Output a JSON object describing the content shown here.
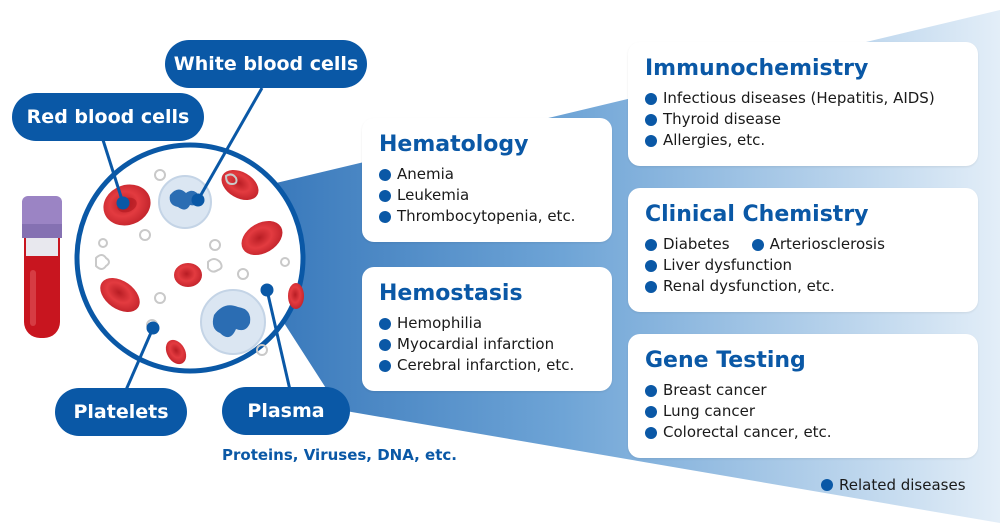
{
  "labels": {
    "white_blood_cells": "White blood cells",
    "red_blood_cells": "Red blood cells",
    "platelets": "Platelets",
    "plasma": "Plasma",
    "plasma_contents": "Proteins, Viruses, DNA, etc."
  },
  "cards": {
    "hematology": {
      "title": "Hematology",
      "items": [
        "Anemia",
        "Leukemia",
        "Thrombocytopenia, etc."
      ]
    },
    "hemostasis": {
      "title": "Hemostasis",
      "items": [
        "Hemophilia",
        "Myocardial infarction",
        "Cerebral infarction, etc."
      ]
    },
    "immunochemistry": {
      "title": "Immunochemistry",
      "items": [
        "Infectious diseases (Hepatitis, AIDS)",
        "Thyroid disease",
        "Allergies, etc."
      ]
    },
    "clinical_chemistry": {
      "title": "Clinical Chemistry",
      "items": [
        "Diabetes",
        "Arteriosclerosis",
        "Liver dysfunction",
        "Renal dysfunction, etc."
      ]
    },
    "gene_testing": {
      "title": "Gene Testing",
      "items": [
        "Breast cancer",
        "Lung cancer",
        "Colorectal cancer, etc."
      ]
    }
  },
  "legend": {
    "label": "Related diseases"
  },
  "colors": {
    "brand_blue": "#0a58a6",
    "red_cell": "#d8272d",
    "tube_cap": "#9b84c4",
    "gradient_light": "#dce9f6",
    "gradient_dark": "#3f82c4"
  }
}
